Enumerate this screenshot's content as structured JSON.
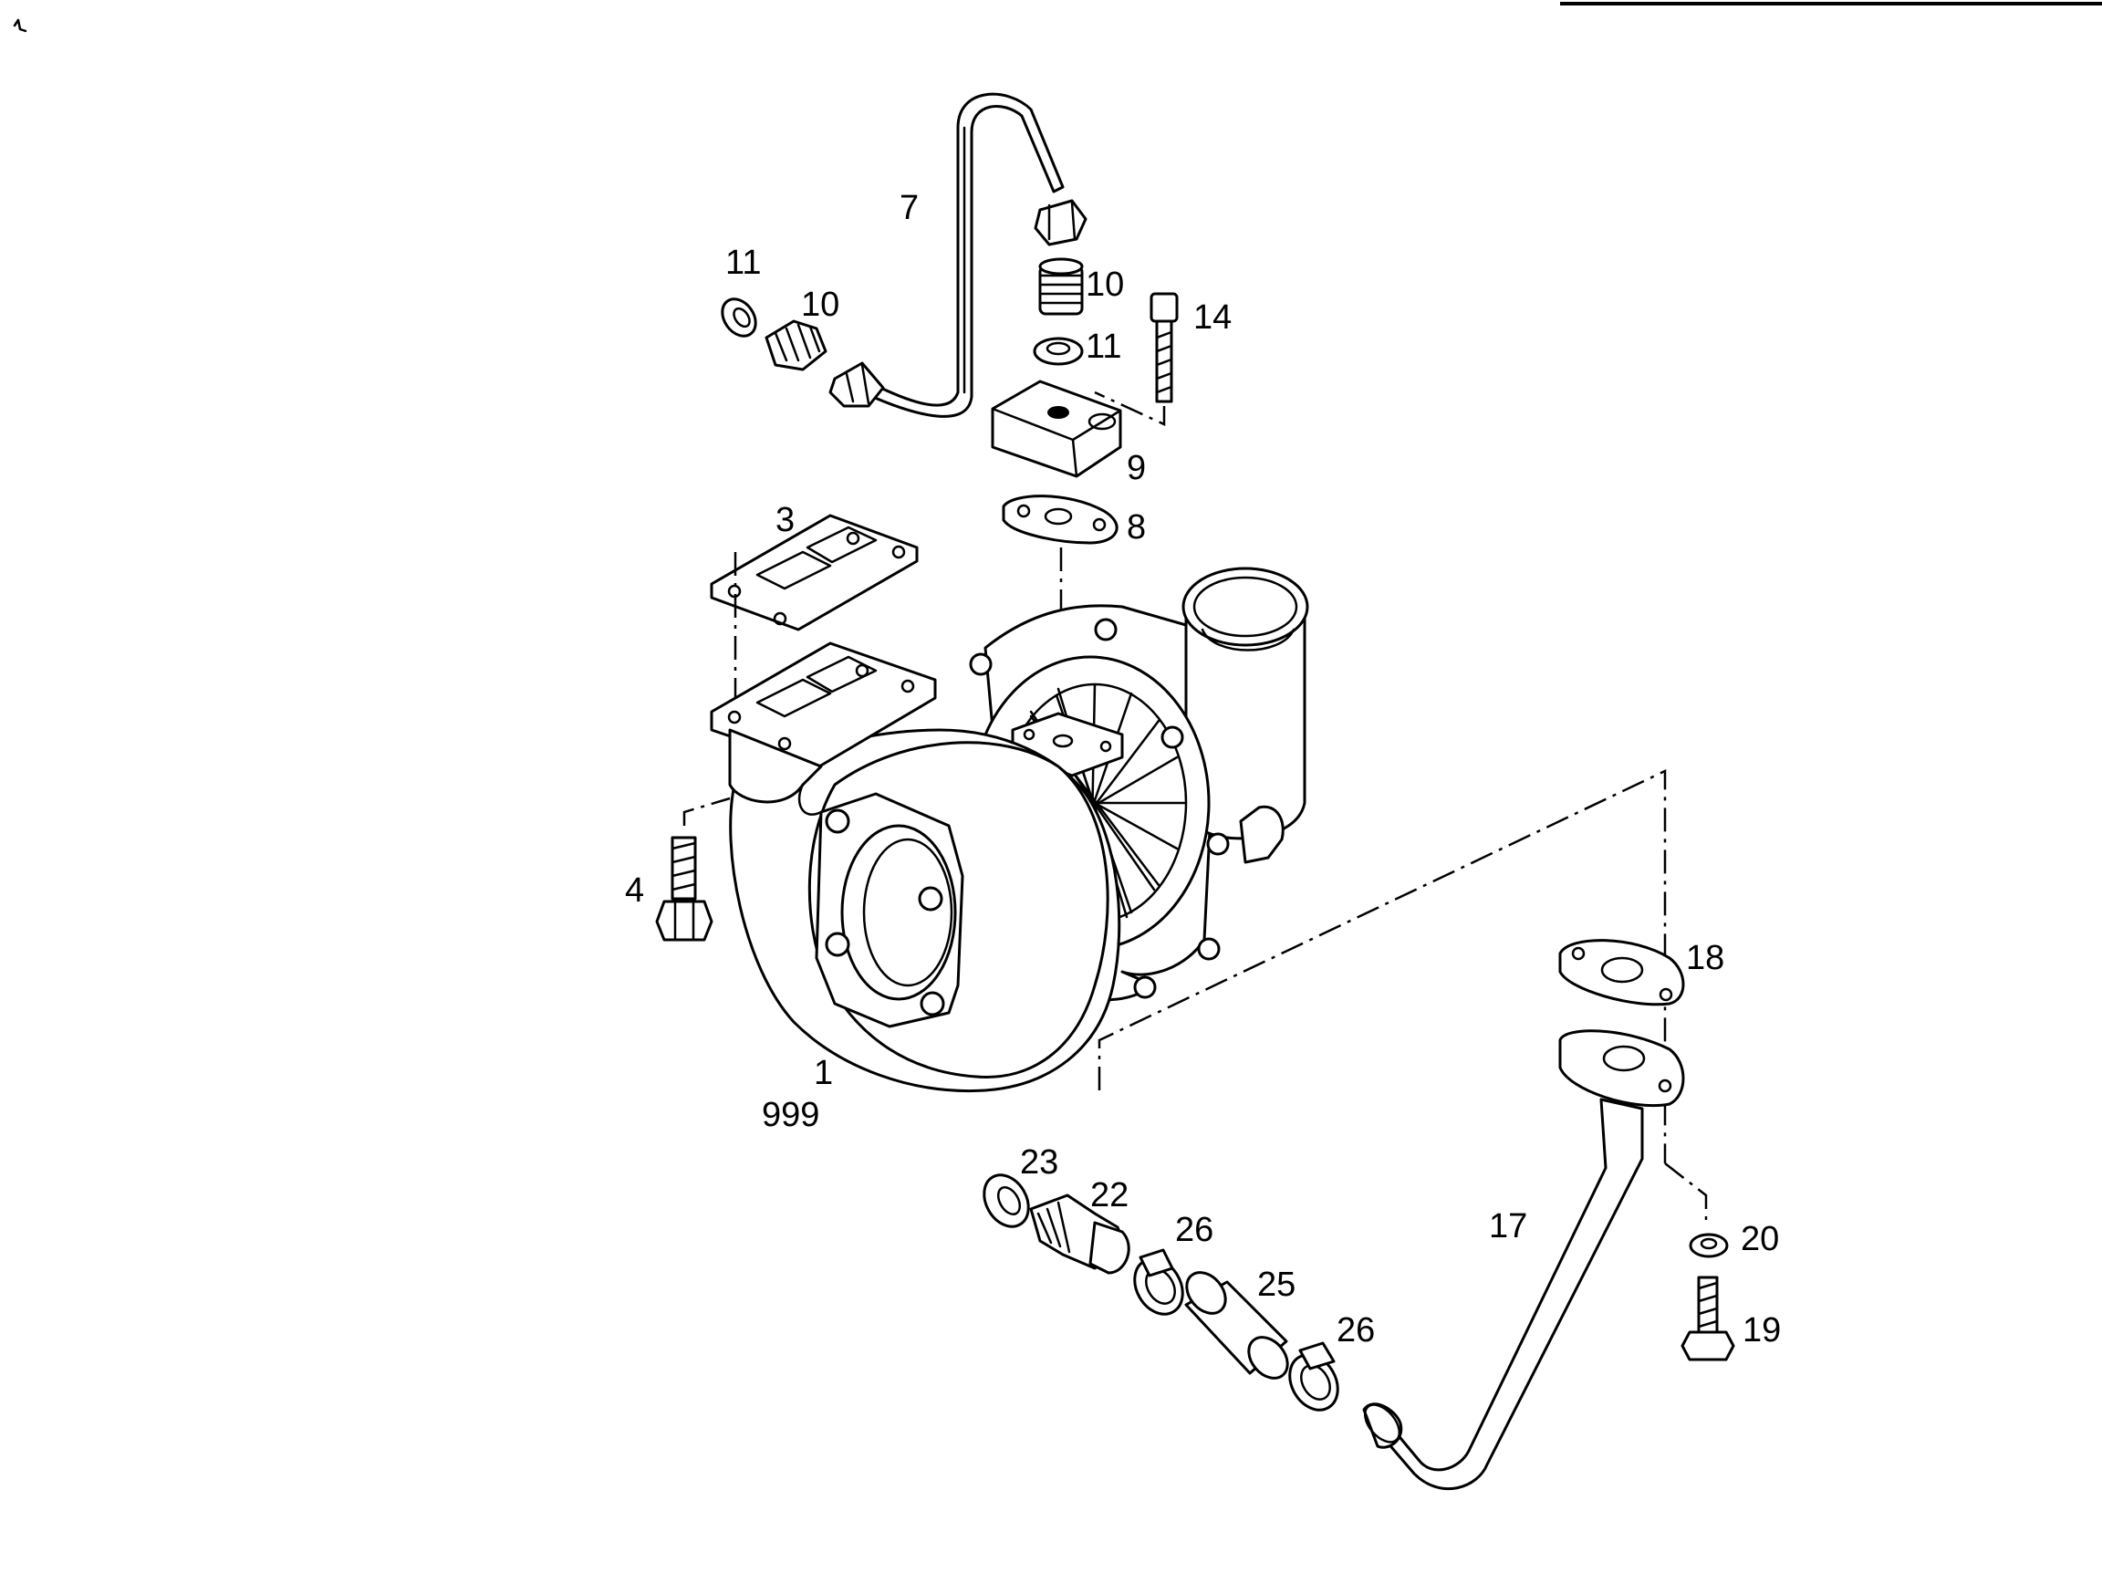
{
  "callouts": {
    "c1": "1",
    "c999": "999",
    "c3": "3",
    "c4": "4",
    "c7": "7",
    "c8": "8",
    "c9": "9",
    "c10a": "10",
    "c10b": "10",
    "c11a": "11",
    "c11b": "11",
    "c14": "14",
    "c17": "17",
    "c18": "18",
    "c19": "19",
    "c20": "20",
    "c22": "22",
    "c23": "23",
    "c25": "25",
    "c26a": "26",
    "c26b": "26"
  }
}
